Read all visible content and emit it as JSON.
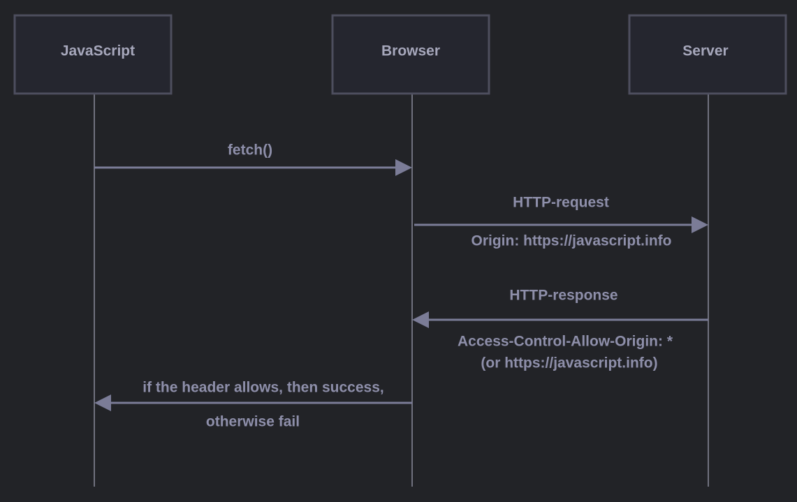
{
  "actors": {
    "javascript": "JavaScript",
    "browser": "Browser",
    "server": "Server"
  },
  "messages": {
    "fetch": "fetch()",
    "http_request": "HTTP-request",
    "origin_header": "Origin: https://javascript.info",
    "http_response": "HTTP-response",
    "acao_header": "Access-Control-Allow-Origin: *",
    "acao_alt": "(or https://javascript.info)",
    "result_line1": "if the header allows, then success,",
    "result_line2": "otherwise fail"
  },
  "colors": {
    "background": "#222327",
    "box_fill": "#25262f",
    "box_stroke": "#4d4e5e",
    "arrow": "#7b7c97",
    "text": "#8e8faa"
  }
}
